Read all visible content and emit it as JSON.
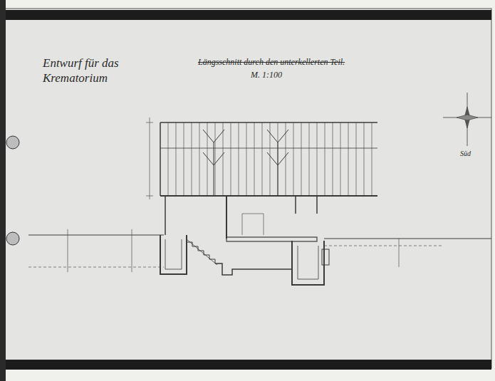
{
  "diagram": {
    "title": "Entwurf für das Krematorium",
    "labels": [
      "Längsschnitt durch den unterkellerten Teil.",
      "M. 1:100",
      "Süd"
    ]
  }
}
